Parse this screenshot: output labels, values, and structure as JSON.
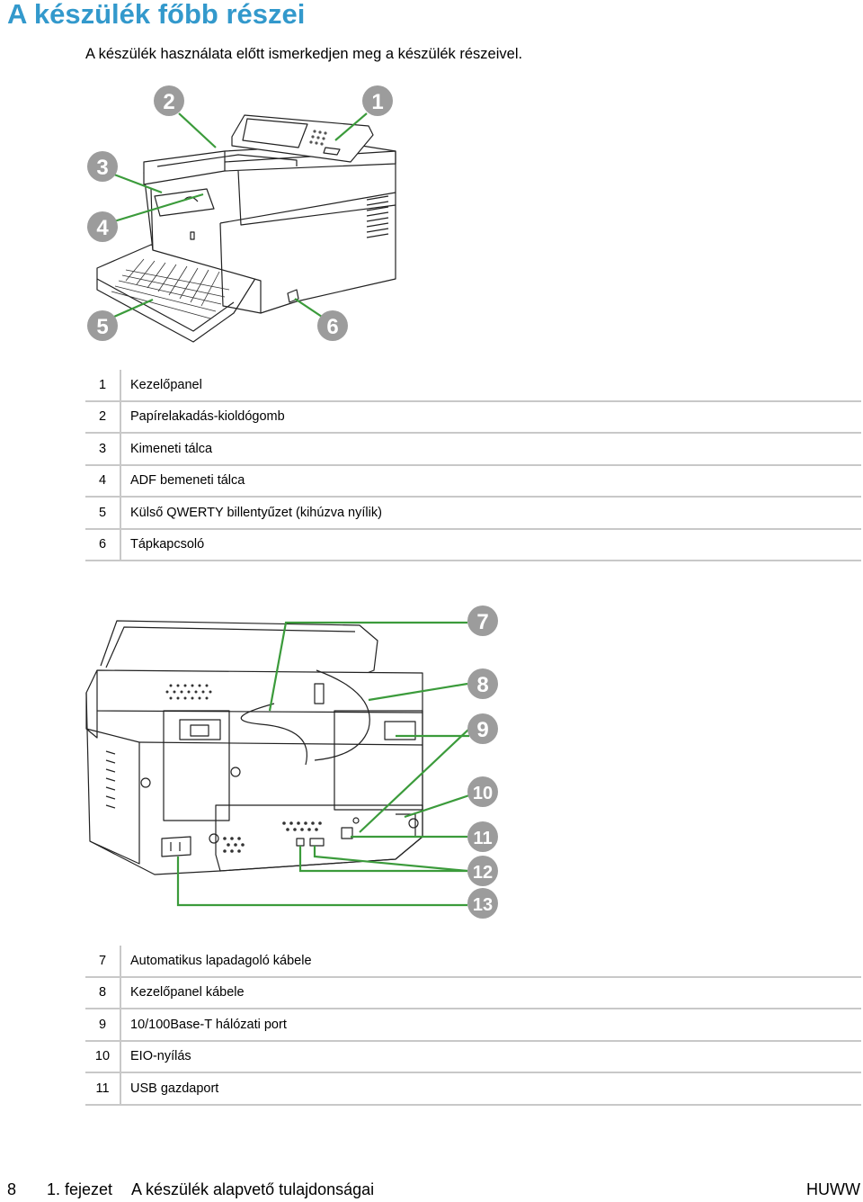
{
  "title": "A készülék főbb részei",
  "intro": "A készülék használata előtt ismerkedjen meg a készülék részeivel.",
  "figure_front": {
    "callouts": [
      "1",
      "2",
      "3",
      "4",
      "5",
      "6"
    ]
  },
  "parts_front": [
    {
      "num": "1",
      "label": "Kezelőpanel"
    },
    {
      "num": "2",
      "label": "Papírelakadás-kioldógomb"
    },
    {
      "num": "3",
      "label": "Kimeneti tálca"
    },
    {
      "num": "4",
      "label": "ADF bemeneti tálca"
    },
    {
      "num": "5",
      "label": "Külső QWERTY billentyűzet (kihúzva nyílik)"
    },
    {
      "num": "6",
      "label": "Tápkapcsoló"
    }
  ],
  "figure_back": {
    "callouts": [
      "7",
      "8",
      "9",
      "10",
      "11",
      "12",
      "13"
    ]
  },
  "parts_back": [
    {
      "num": "7",
      "label": "Automatikus lapadagoló kábele"
    },
    {
      "num": "8",
      "label": "Kezelőpanel kábele"
    },
    {
      "num": "9",
      "label": "10/100Base-T hálózati port"
    },
    {
      "num": "10",
      "label": "EIO-nyílás"
    },
    {
      "num": "11",
      "label": "USB gazdaport"
    }
  ],
  "footer": {
    "page": "8",
    "chapter": "1. fejezet",
    "section": "A készülék alapvető tulajdonságai",
    "brand": "HUWW"
  },
  "colors": {
    "title": "#3399cc",
    "callout_fill": "#9c9c9c",
    "leader_line": "#3b9b3b",
    "table_rule": "#c8c8c8"
  }
}
